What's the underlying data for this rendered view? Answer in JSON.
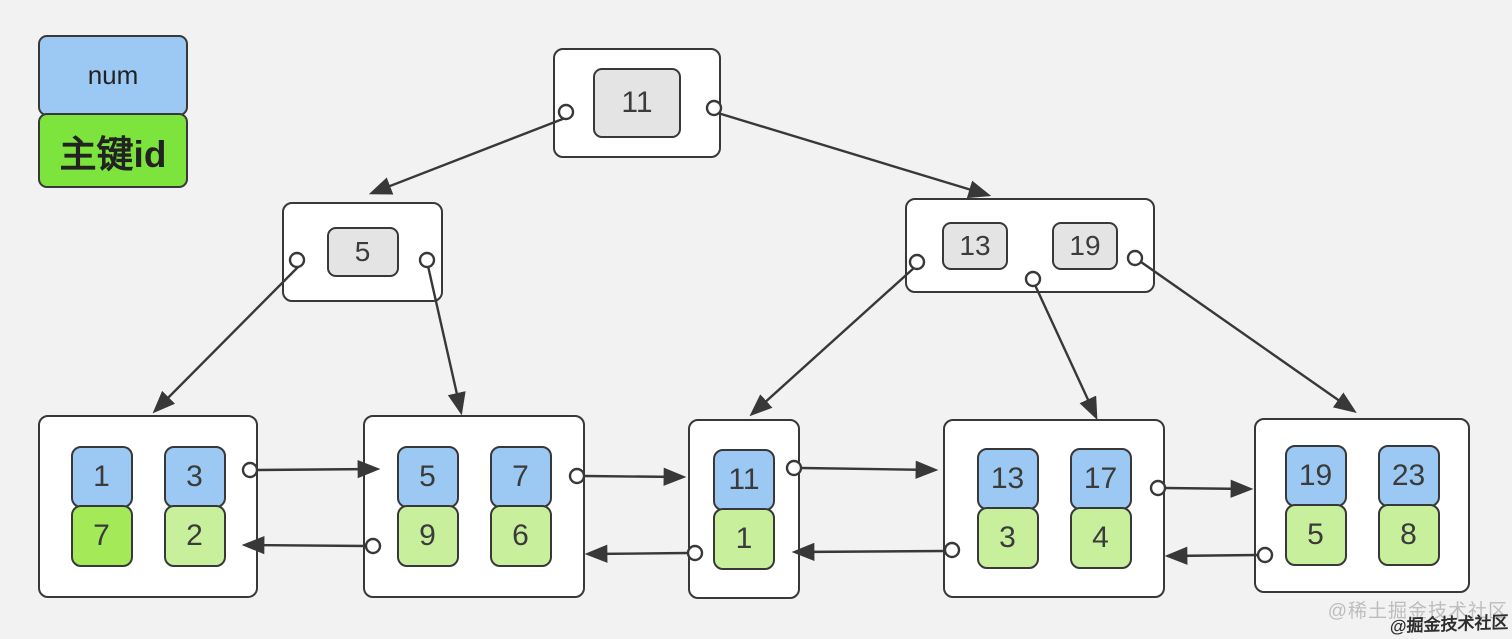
{
  "colors": {
    "background": "#f2f2f3",
    "stroke": "#383838",
    "node_fill": "#ffffff",
    "key_fill": "#e4e4e4",
    "blue": "#9cc9f3",
    "green_legend": "#7ce43c",
    "green_bright": "#a4e957",
    "green_light": "#c8f09c",
    "text": "#3b3b3b",
    "watermark_light": "#bdbdbd",
    "watermark_dark": "#2e2e2e"
  },
  "legend": {
    "num_label": "num",
    "id_label": "主键id"
  },
  "tree": {
    "root": {
      "keys": [
        "11"
      ]
    },
    "internal": [
      {
        "keys": [
          "5"
        ]
      },
      {
        "keys": [
          "13",
          "19"
        ]
      }
    ],
    "leaves": [
      {
        "pairs": [
          {
            "num": "1",
            "id": "7"
          },
          {
            "num": "3",
            "id": "2"
          }
        ]
      },
      {
        "pairs": [
          {
            "num": "5",
            "id": "9"
          },
          {
            "num": "7",
            "id": "6"
          }
        ]
      },
      {
        "pairs": [
          {
            "num": "11",
            "id": "1"
          }
        ]
      },
      {
        "pairs": [
          {
            "num": "13",
            "id": "3"
          },
          {
            "num": "17",
            "id": "4"
          }
        ]
      },
      {
        "pairs": [
          {
            "num": "19",
            "id": "5"
          },
          {
            "num": "23",
            "id": "8"
          }
        ]
      }
    ]
  },
  "watermark": {
    "line1": "@稀土掘金技术社区",
    "line2": "@掘金技术社区"
  }
}
